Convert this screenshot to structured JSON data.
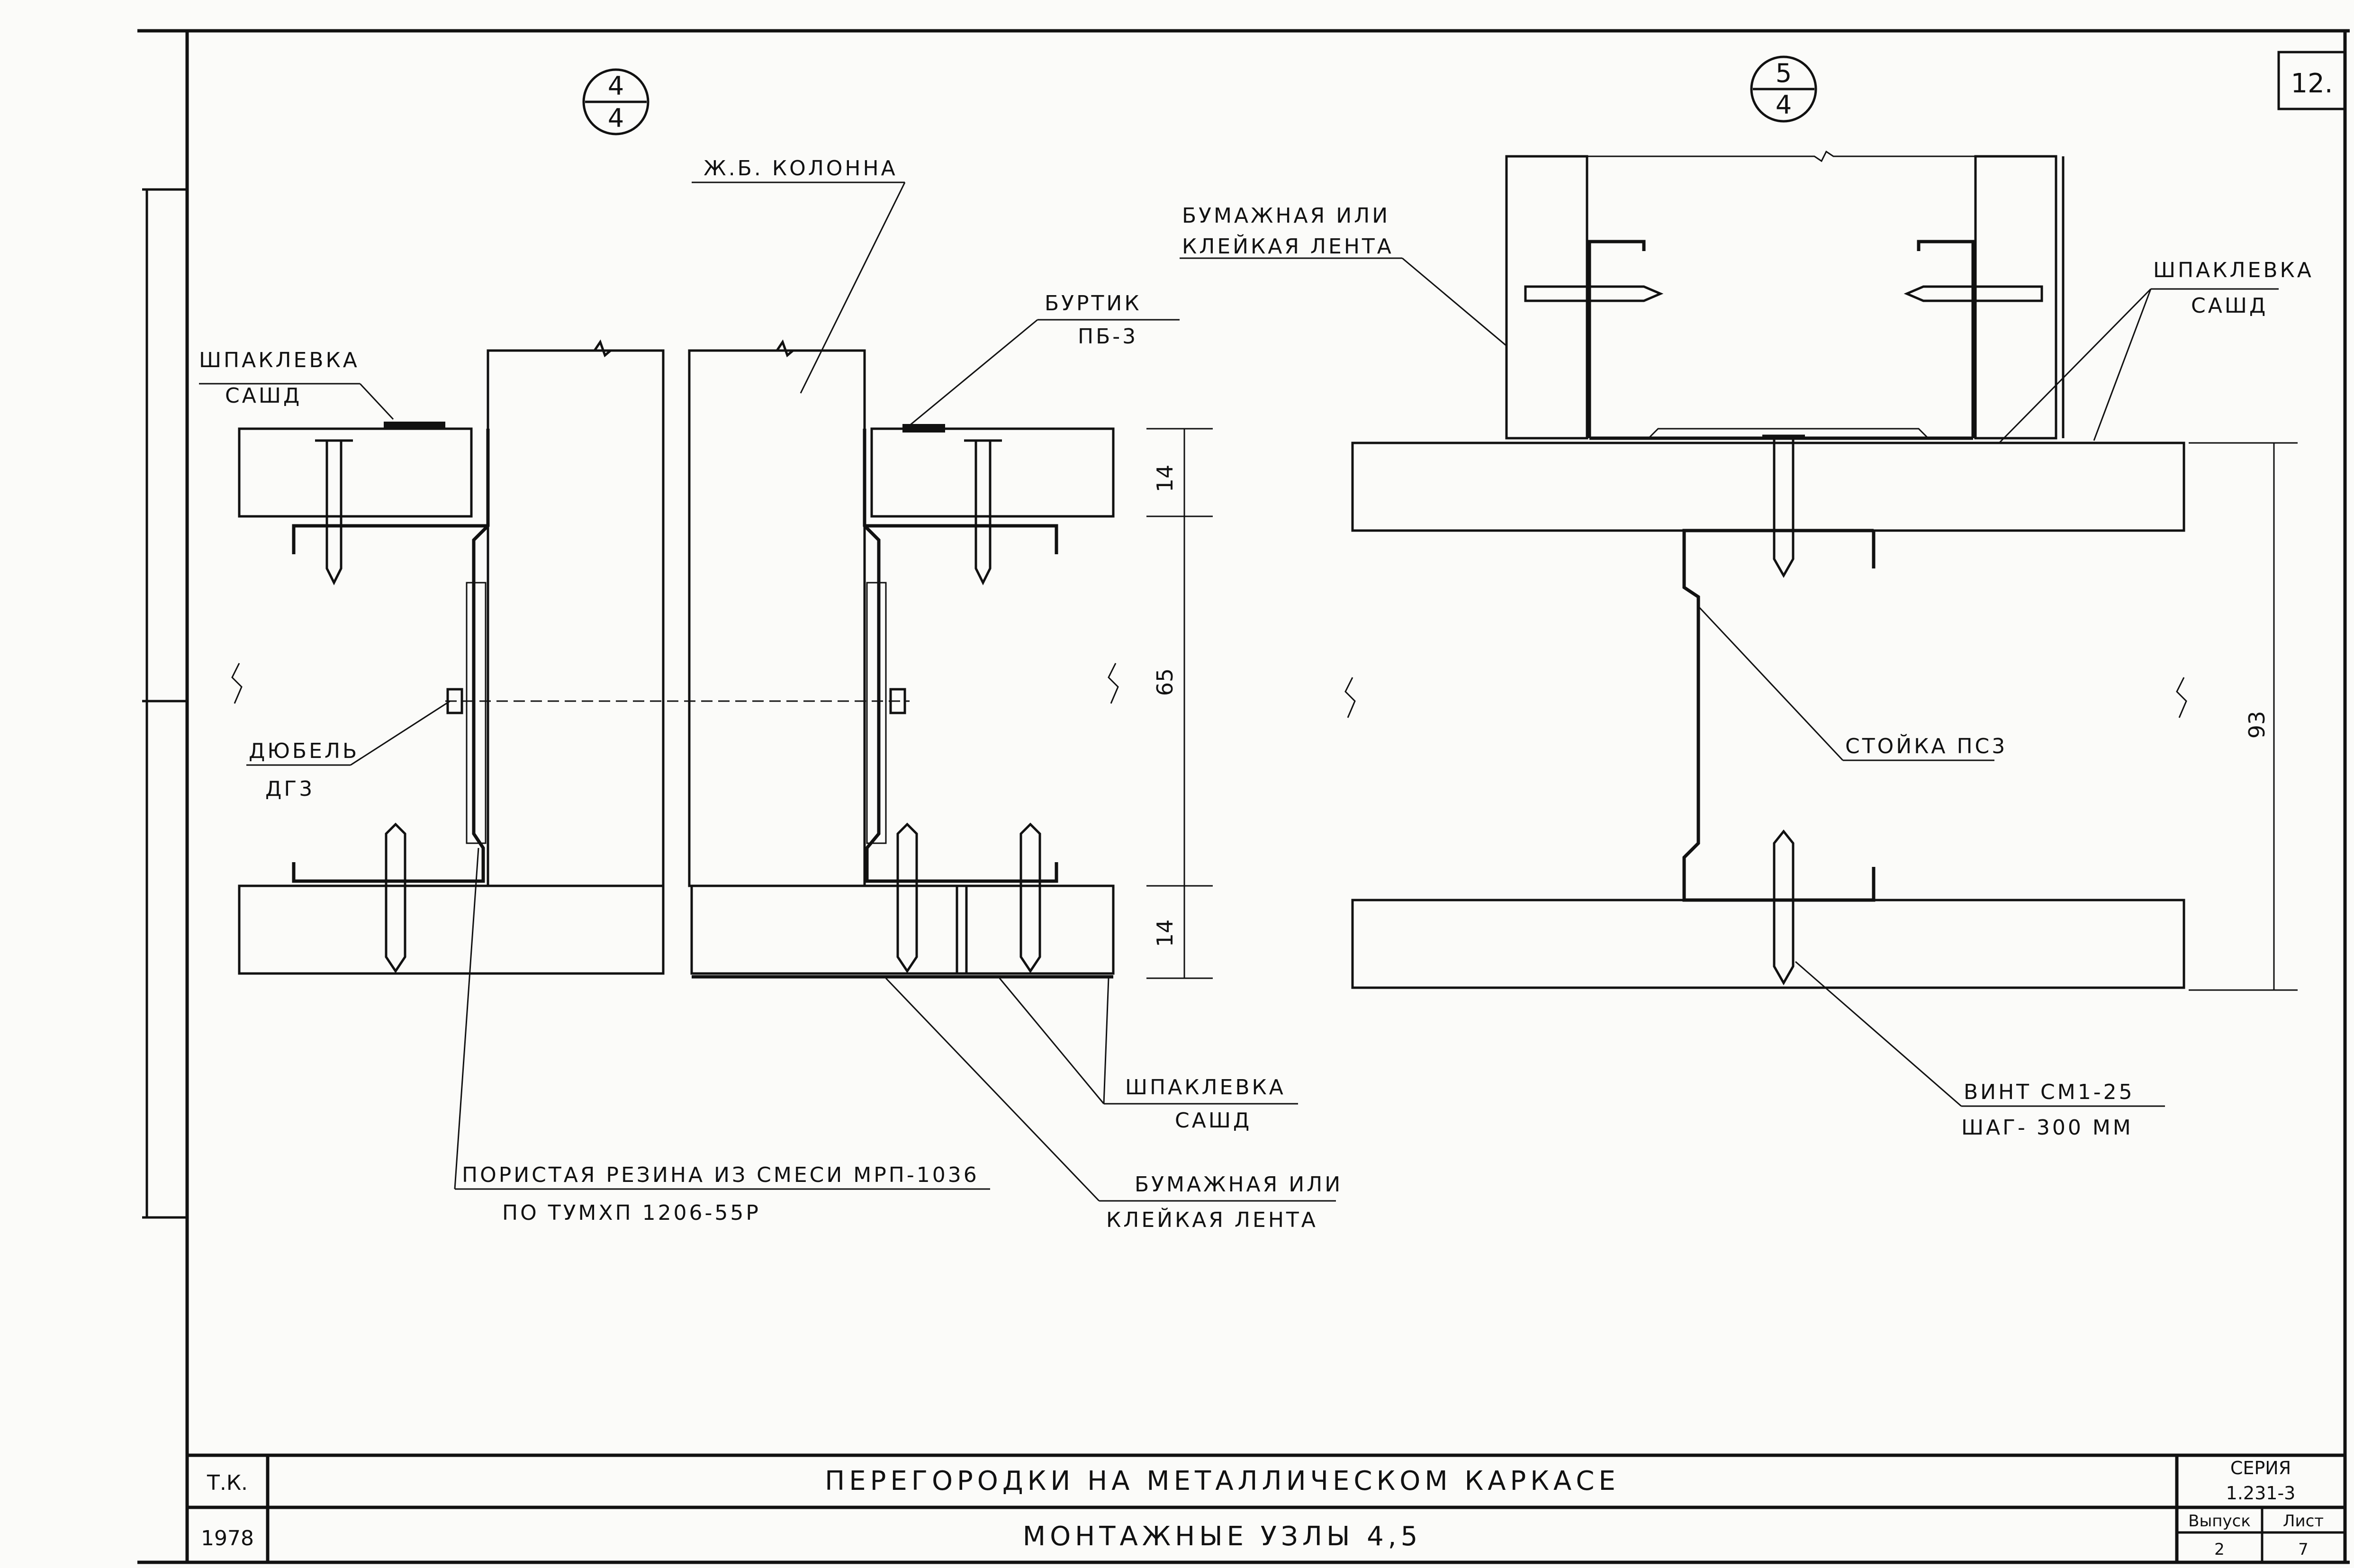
{
  "sheet_corner": "12.",
  "detail_4": {
    "top": "4",
    "bottom": "4"
  },
  "detail_5": {
    "top": "5",
    "bottom": "4"
  },
  "labels": {
    "column": "Ж.Б. КОЛОННА",
    "putty_left_1": "ШПАКЛЕВКА",
    "putty_left_2": "САШД",
    "burtik_1": "БУРТИК",
    "burtik_2": "ПБ-3",
    "dowel_1": "ДЮБЕЛЬ",
    "dowel_2": "ДГ3",
    "putty_bottom_1": "ШПАКЛЕВКА",
    "putty_bottom_2": "САШД",
    "rubber_1": "ПОРИСТАЯ РЕЗИНА ИЗ СМЕСИ МРП-1036",
    "rubber_2": "ПО ТУМХП 1206-55Р",
    "tape_bottom_1": "БУМАЖНАЯ ИЛИ",
    "tape_bottom_2": "КЛЕЙКАЯ ЛЕНТА",
    "tape_top_1": "БУМАЖНАЯ ИЛИ",
    "tape_top_2": "КЛЕЙКАЯ ЛЕНТА",
    "putty_right_1": "ШПАКЛЕВКА",
    "putty_right_2": "САШД",
    "stud": "СТОЙКА ПС3",
    "screw_1": "ВИНТ СМ1-25",
    "screw_2": "ШАГ- 300 ММ"
  },
  "dims": {
    "d14a": "14",
    "d65": "65",
    "d14b": "14",
    "d93": "93"
  },
  "title_block": {
    "org": "Т.К.",
    "year": "1978",
    "title": "ПЕРЕГОРОДКИ НА МЕТАЛЛИЧЕСКОМ КАРКАСЕ",
    "subtitle": "МОНТАЖНЫЕ УЗЛЫ 4,5",
    "series_label": "СЕРИЯ",
    "series_value": "1.231-3",
    "issue_label": "Выпуск",
    "issue_value": "2",
    "sheet_label": "Лист",
    "sheet_value": "7"
  }
}
